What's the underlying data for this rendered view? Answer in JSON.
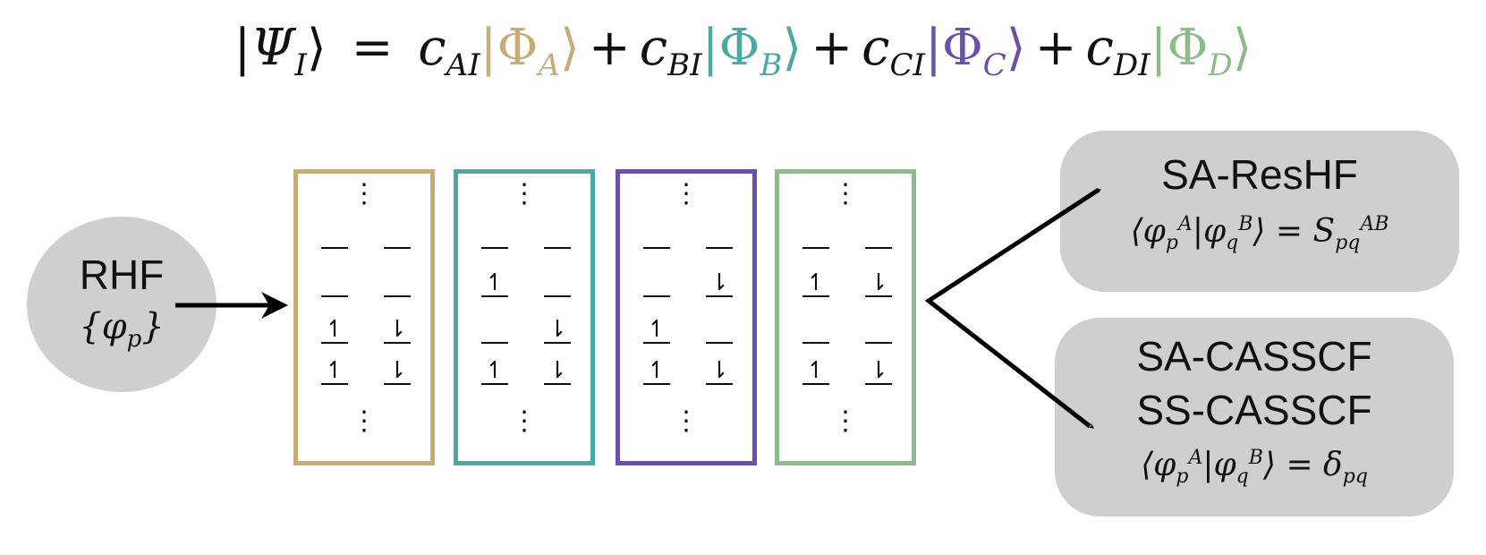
{
  "equation": {
    "lhs": "|Ψ",
    "lhs_sub": "I",
    "lhs_close": "⟩",
    "equals": "=",
    "plus": "+",
    "terms": [
      {
        "coef": "c",
        "coef_sub": "AI",
        "phi": "Φ",
        "phi_sub": "A",
        "color": "#c4ad77"
      },
      {
        "coef": "c",
        "coef_sub": "BI",
        "phi": "Φ",
        "phi_sub": "B",
        "color": "#4aa9a4"
      },
      {
        "coef": "c",
        "coef_sub": "CI",
        "phi": "Φ",
        "phi_sub": "C",
        "color": "#6b4fa8"
      },
      {
        "coef": "c",
        "coef_sub": "DI",
        "phi": "Φ",
        "phi_sub": "D",
        "color": "#8dbb8a"
      }
    ]
  },
  "rhf": {
    "title": "RHF",
    "subtitle": "{φp}"
  },
  "boxes": [
    {
      "color": "#c4ad77",
      "rows": [
        [
          "",
          ""
        ],
        [
          "",
          ""
        ],
        [
          "↿",
          "⇂"
        ],
        [
          "↿",
          "⇂"
        ]
      ]
    },
    {
      "color": "#4aa9a4",
      "rows": [
        [
          "",
          ""
        ],
        [
          "↿",
          ""
        ],
        [
          "",
          "⇂"
        ],
        [
          "↿",
          "⇂"
        ]
      ]
    },
    {
      "color": "#6b4fa8",
      "rows": [
        [
          "",
          ""
        ],
        [
          "",
          "⇂"
        ],
        [
          "↿",
          ""
        ],
        [
          "↿",
          "⇂"
        ]
      ]
    },
    {
      "color": "#8dbb8a",
      "rows": [
        [
          "",
          ""
        ],
        [
          "↿",
          "⇂"
        ],
        [
          "",
          ""
        ],
        [
          "↿",
          "⇂"
        ]
      ]
    }
  ],
  "dots": "⋮",
  "panels": {
    "resHF": {
      "title": "SA-ResHF",
      "formula": "⟨φpA|φqB⟩ = SpqAB"
    },
    "casscf": {
      "title1": "SA-CASSCF",
      "title2": "SS-CASSCF",
      "formula": "⟨φpA|φqB⟩ = δpq"
    }
  }
}
